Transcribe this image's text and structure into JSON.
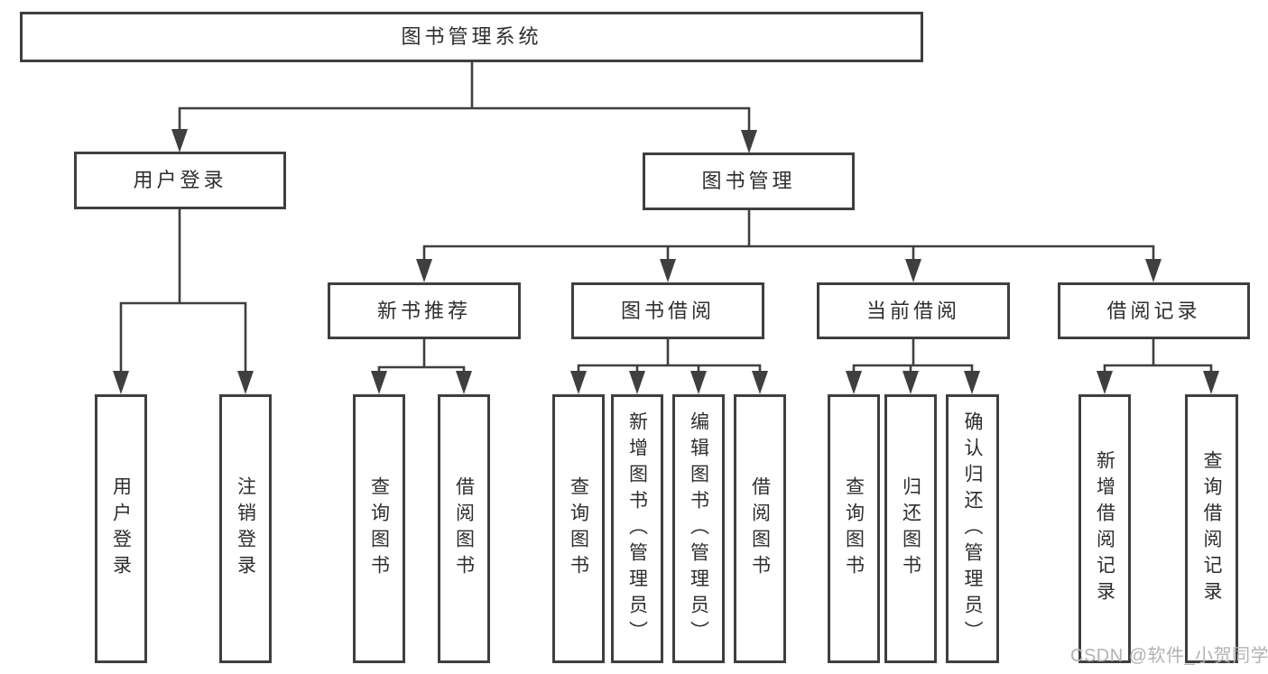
{
  "diagram_type": "hierarchy-diagram",
  "colors": {
    "line": "#3f3f3f",
    "border": "#3f3f3f",
    "text": "#2e2e2e",
    "background": "#ffffff",
    "watermark": "#b2b2b2"
  },
  "tree": {
    "label": "图书管理系统",
    "children": [
      {
        "label": "用户登录",
        "children": [
          {
            "label": "用户登录"
          },
          {
            "label": "注销登录"
          }
        ]
      },
      {
        "label": "图书管理",
        "children": [
          {
            "label": "新书推荐",
            "children": [
              {
                "label": "查询图书"
              },
              {
                "label": "借阅图书"
              }
            ]
          },
          {
            "label": "图书借阅",
            "children": [
              {
                "label": "查询图书"
              },
              {
                "label": "新增图书（管理员）"
              },
              {
                "label": "编辑图书（管理员）"
              },
              {
                "label": "借阅图书"
              }
            ]
          },
          {
            "label": "当前借阅",
            "children": [
              {
                "label": "查询图书"
              },
              {
                "label": "归还图书"
              },
              {
                "label": "确认归还（管理员）"
              }
            ]
          },
          {
            "label": "借阅记录",
            "children": [
              {
                "label": "新增借阅记录"
              },
              {
                "label": "查询借阅记录"
              }
            ]
          }
        ]
      }
    ]
  },
  "watermark": {
    "text": "CSDN @软件_小贺同学"
  }
}
